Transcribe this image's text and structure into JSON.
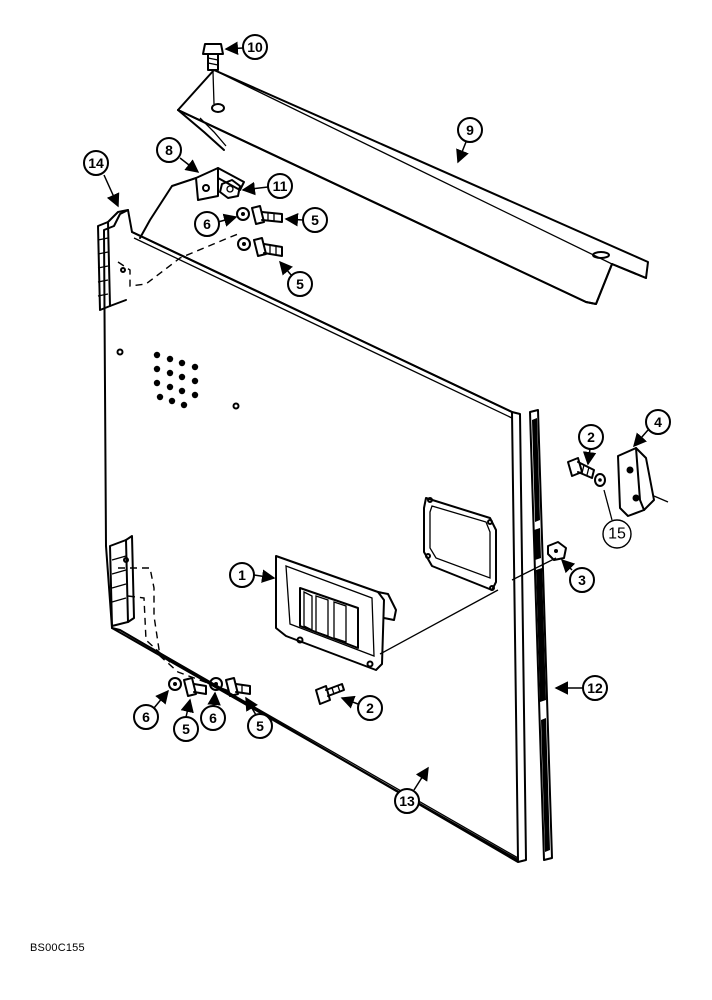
{
  "callouts": {
    "c1": "1",
    "c2a": "2",
    "c2b": "2",
    "c3": "3",
    "c4": "4",
    "c5a": "5",
    "c5b": "5",
    "c5c": "5",
    "c5d": "5",
    "c6a": "6",
    "c6b": "6",
    "c6c": "6",
    "c8": "8",
    "c9": "9",
    "c10": "10",
    "c11": "11",
    "c12": "12",
    "c13": "13",
    "c14": "14",
    "c15": "15"
  },
  "reference_code": "BS00C155"
}
